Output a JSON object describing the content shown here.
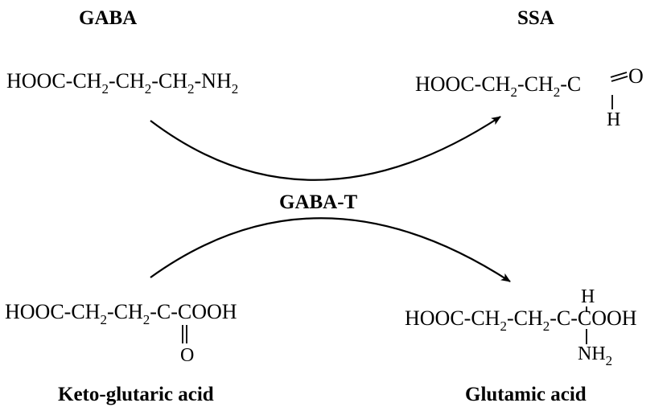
{
  "gaba": {
    "title": "GABA",
    "formula": [
      {
        "t": "HOOC-CH"
      },
      {
        "sub": "2"
      },
      {
        "t": "-CH"
      },
      {
        "sub": "2"
      },
      {
        "t": "-CH"
      },
      {
        "sub": "2"
      },
      {
        "t": "-NH"
      },
      {
        "sub": "2"
      }
    ]
  },
  "ssa": {
    "title": "SSA",
    "formula": [
      {
        "t": "HOOC-CH"
      },
      {
        "sub": "2"
      },
      {
        "t": "-CH"
      },
      {
        "sub": "2"
      },
      {
        "t": "-C"
      }
    ],
    "oxygen": "O",
    "hydrogen": "H"
  },
  "enzyme": {
    "label": "GABA-T"
  },
  "keto": {
    "formula": [
      {
        "t": "HOOC-CH"
      },
      {
        "sub": "2"
      },
      {
        "t": "-CH"
      },
      {
        "sub": "2"
      },
      {
        "t": "-C-COOH"
      }
    ],
    "oxygen": "O",
    "name": "Keto-glutaric acid"
  },
  "glutamic": {
    "formula": [
      {
        "t": "HOOC-CH"
      },
      {
        "sub": "2"
      },
      {
        "t": "-CH"
      },
      {
        "sub": "2"
      },
      {
        "t": "-C-COOH"
      }
    ],
    "hydrogen": "H",
    "amine": [
      {
        "t": "NH"
      },
      {
        "sub": "2"
      }
    ],
    "name": "Glutamic acid"
  }
}
